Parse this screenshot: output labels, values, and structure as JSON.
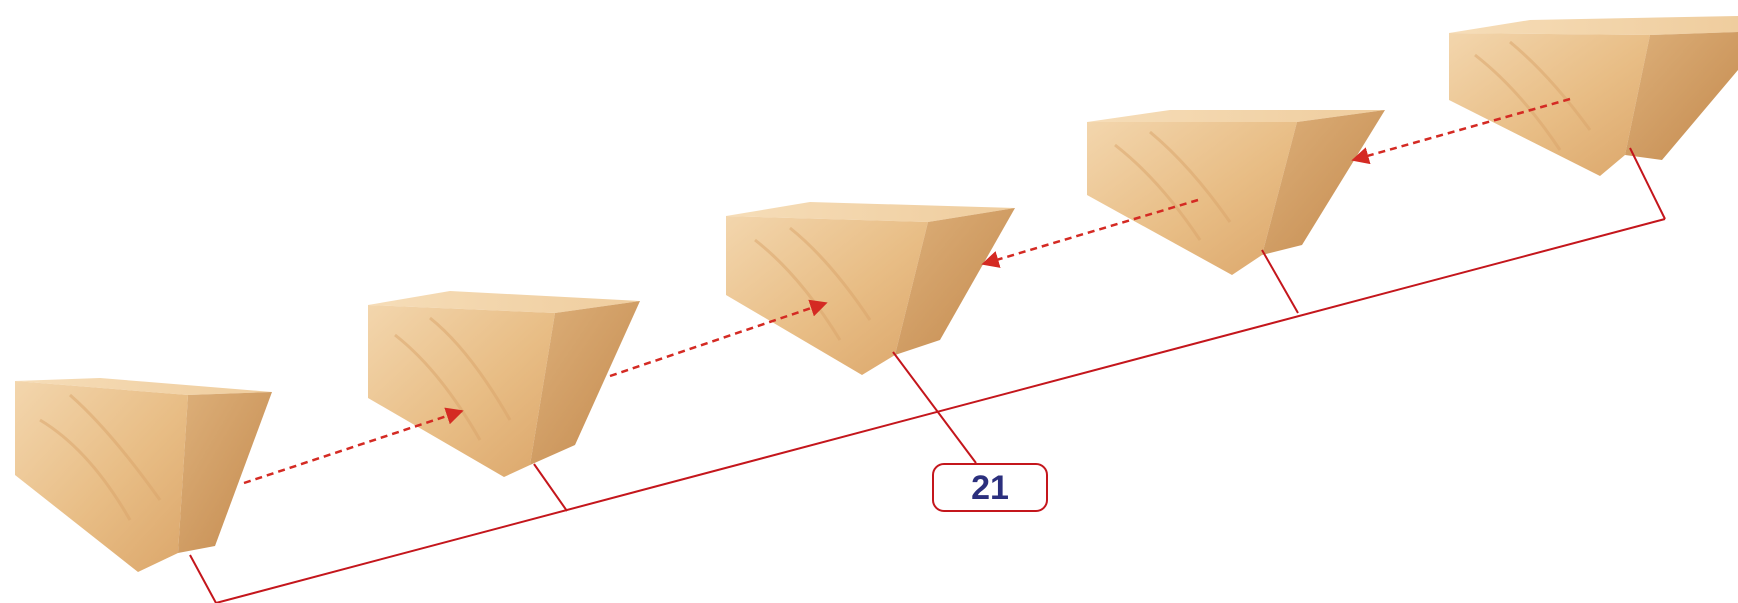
{
  "diagram": {
    "blocks": [
      {
        "name": "wedge-block-1"
      },
      {
        "name": "wedge-block-2"
      },
      {
        "name": "wedge-block-3"
      },
      {
        "name": "wedge-block-4"
      },
      {
        "name": "wedge-block-5"
      }
    ],
    "group_label": "21",
    "colors": {
      "wood_light": "#f3d3a5",
      "wood_mid": "#e2b47a",
      "wood_dark": "#c98f4e",
      "bracket": "#c4161c",
      "arrow": "#d42a23",
      "label_text": "#2b2f7d"
    }
  }
}
